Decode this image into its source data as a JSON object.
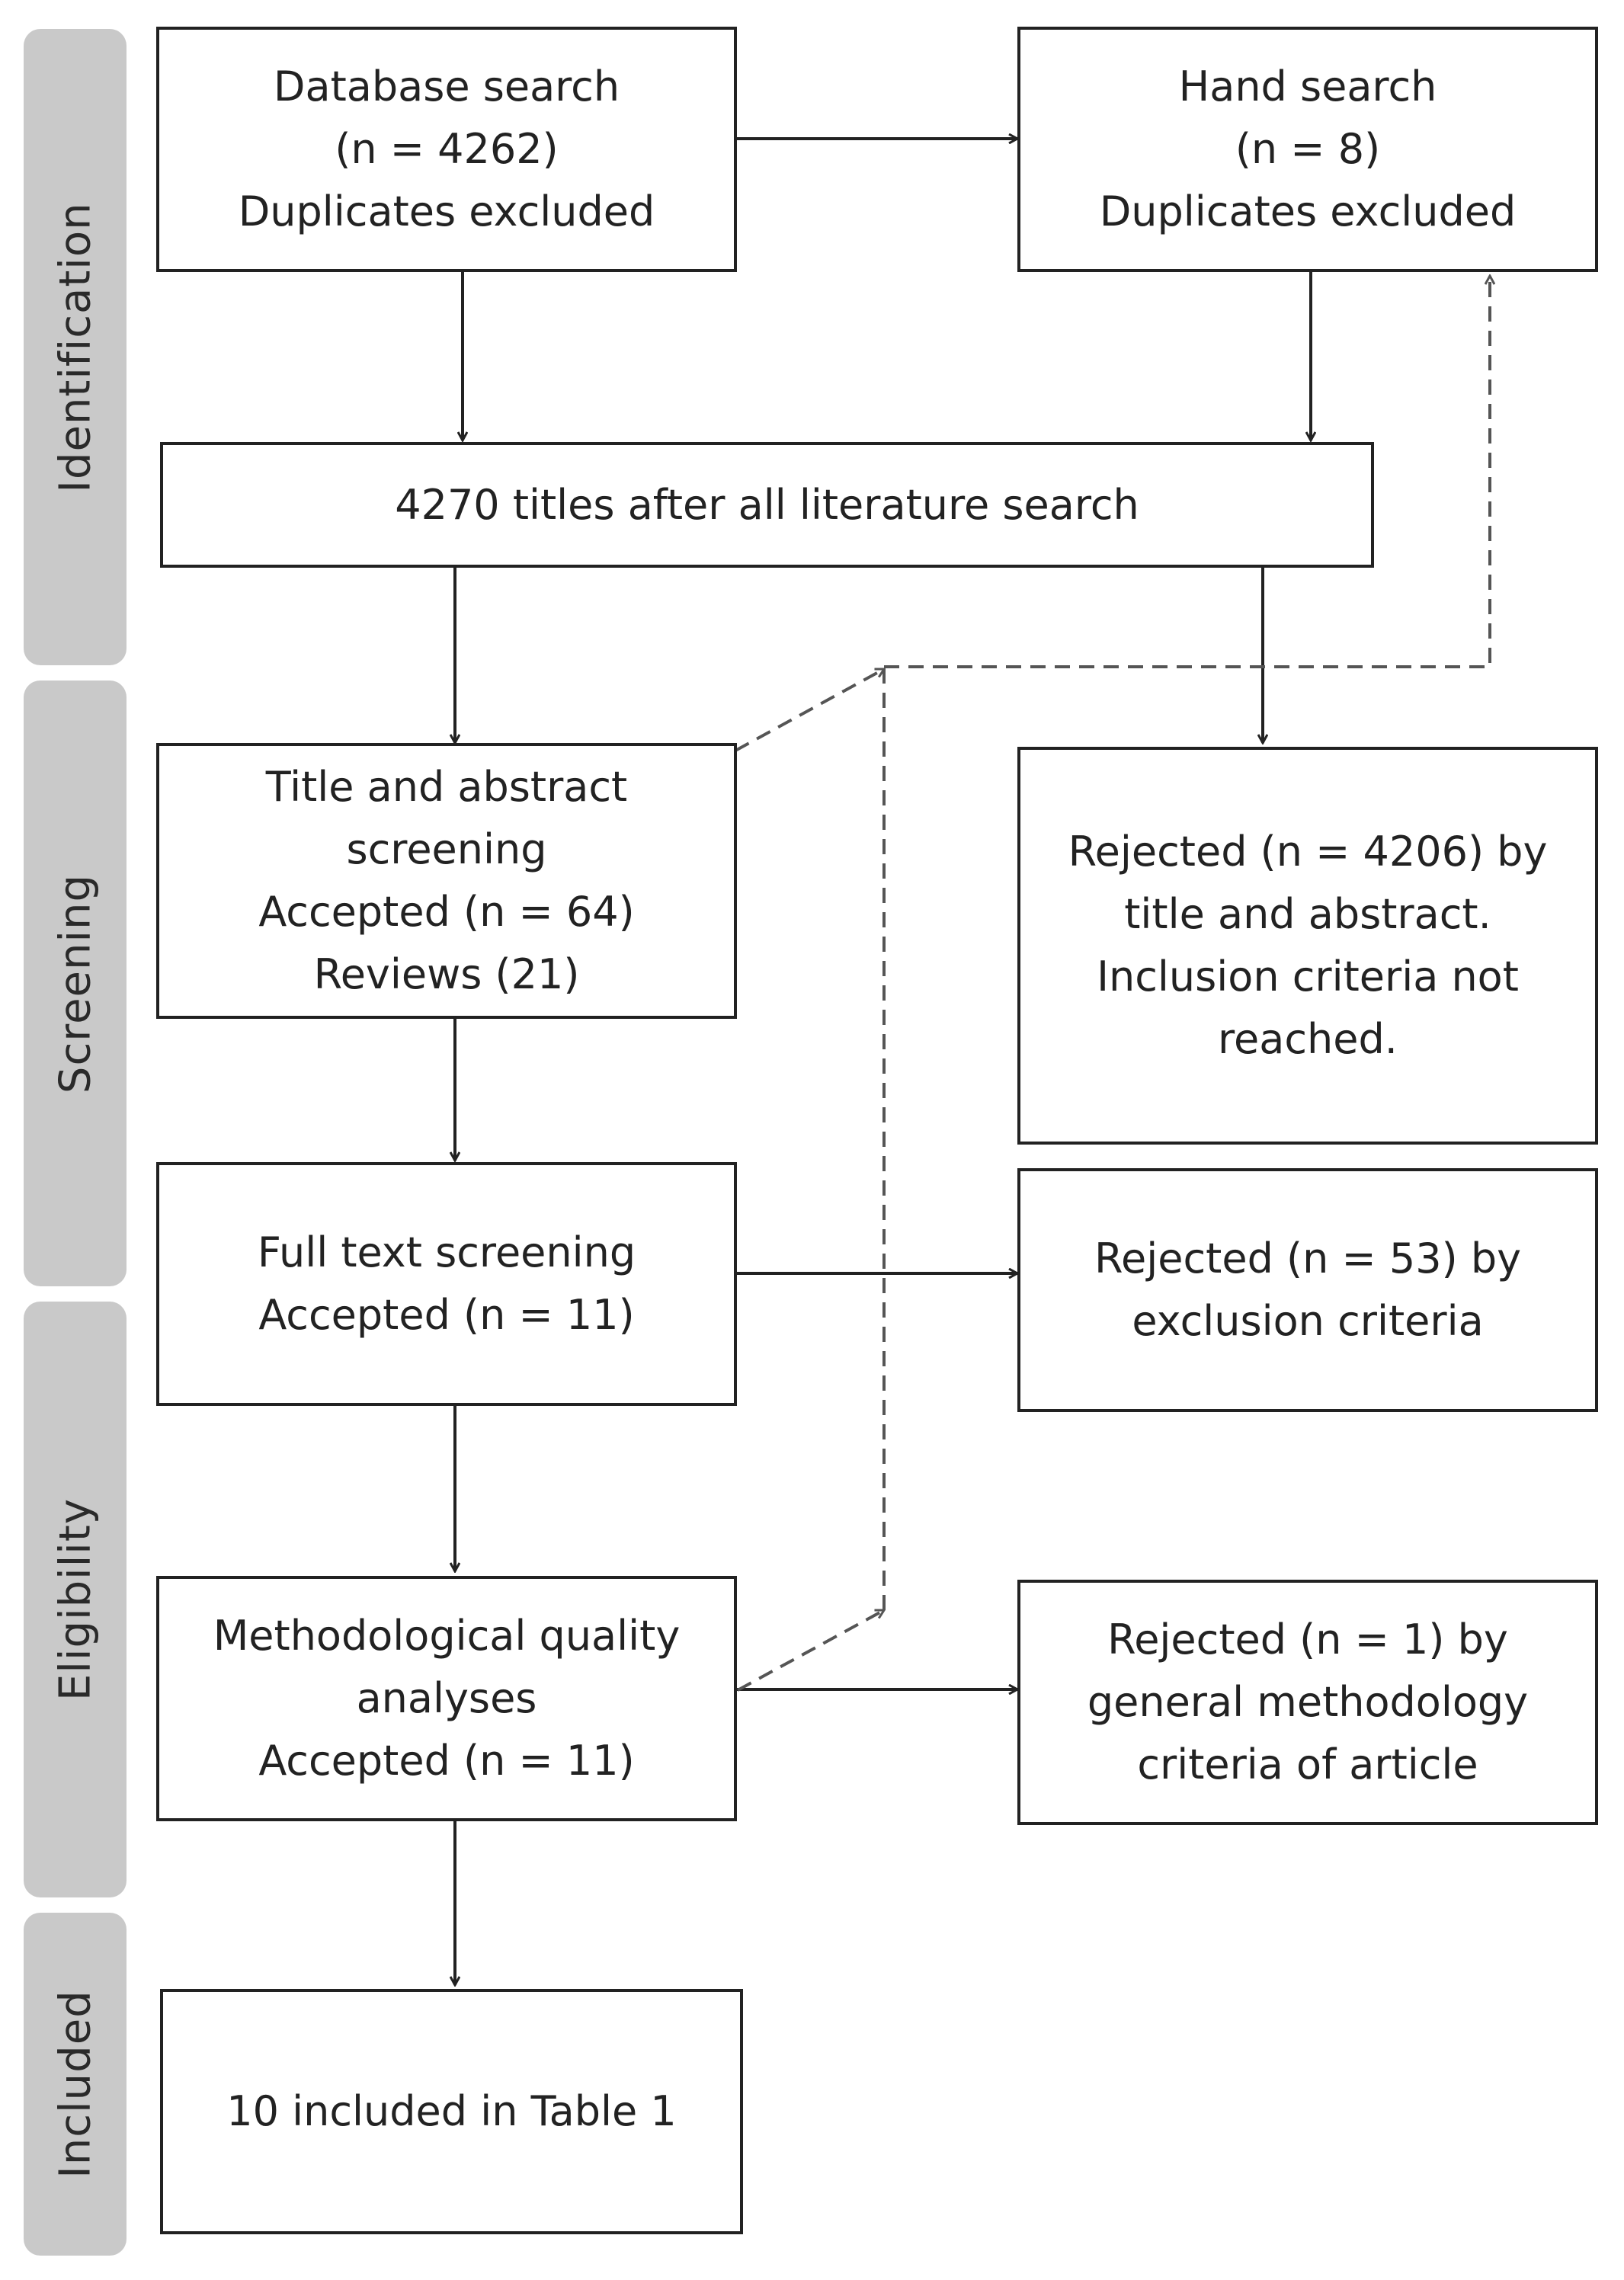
{
  "stages": {
    "identification": "Identification",
    "screening": "Screening",
    "eligibility": "Eligibility",
    "included": "Included"
  },
  "boxes": {
    "database_search": [
      "Database search",
      "(n = 4262)",
      "Duplicates excluded"
    ],
    "hand_search": [
      "Hand search",
      "(n = 8)",
      "Duplicates excluded"
    ],
    "all_titles": [
      "4270 titles after all literature search"
    ],
    "title_abstract": [
      "Title and abstract",
      "screening",
      "Accepted (n = 64)",
      "Reviews (21)"
    ],
    "rejected_title_abstract": [
      "Rejected (n = 4206) by",
      "title and abstract.",
      "Inclusion criteria not",
      "reached."
    ],
    "full_text": [
      "Full text screening",
      "Accepted (n = 11)"
    ],
    "rejected_exclusion": [
      "Rejected (n = 53) by",
      "exclusion criteria"
    ],
    "methodological": [
      "Methodological quality",
      "analyses",
      "Accepted (n = 11)"
    ],
    "rejected_methodology": [
      "Rejected (n = 1) by",
      "general methodology",
      "criteria of article"
    ],
    "included": [
      "10 included in Table 1"
    ]
  }
}
